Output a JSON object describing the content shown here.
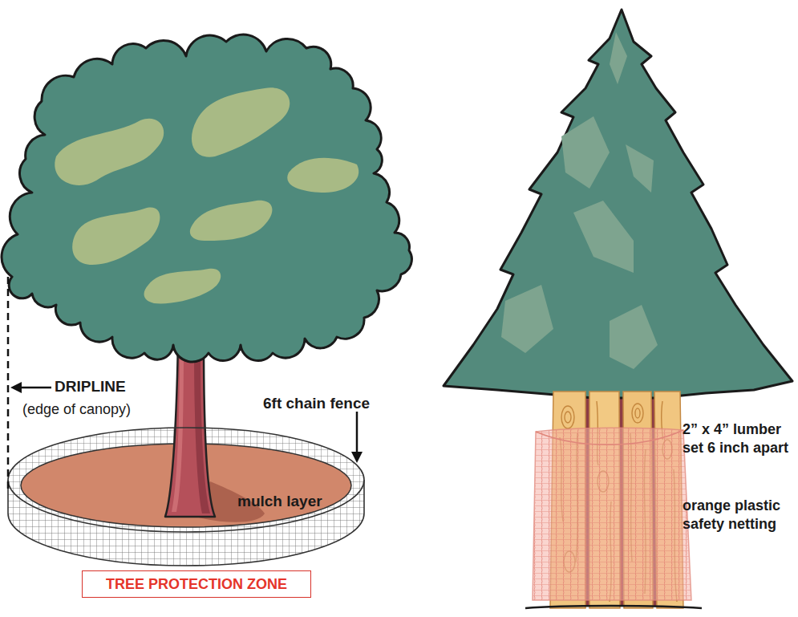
{
  "diagram": {
    "nodes": [
      {
        "text": [
          "TREE PROTECTION ZONE"
        ]
      }
    ],
    "labels": [
      "DRIPLINE",
      "(edge of canopy)",
      "6ft chain fence",
      "mulch layer",
      "2” x 4” lumber set 6 inch apart",
      "orange plastic safety netting"
    ]
  }
}
